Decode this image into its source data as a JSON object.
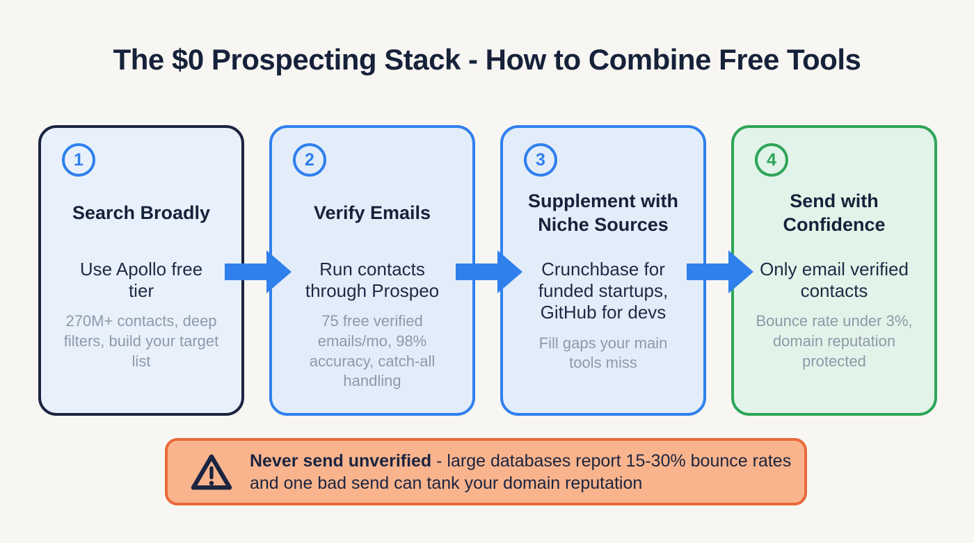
{
  "page": {
    "title": "The $0 Prospecting Stack - How to Combine Free Tools",
    "background_color": "#F8F6F2",
    "title_color": "#16213A"
  },
  "steps": [
    {
      "number": "1",
      "title": "Search Broadly",
      "subtitle": "Use Apollo free tier",
      "description": "270M+ contacts, deep filters, build your target list",
      "border_color": "#1B2440",
      "background": "#E8F1FB",
      "badge_color": "#2F80ED"
    },
    {
      "number": "2",
      "title": "Verify Emails",
      "subtitle": "Run contacts through Prospeo",
      "description": "75 free verified emails/mo, 98% accuracy, catch-all handling",
      "border_color": "#2F80ED",
      "background": "#E3EDFA",
      "badge_color": "#2F80ED"
    },
    {
      "number": "3",
      "title": "Supplement with Niche Sources",
      "subtitle": "Crunchbase for funded startups, GitHub for devs",
      "description": "Fill gaps your main tools miss",
      "border_color": "#2F80ED",
      "background": "#E3EDFA",
      "badge_color": "#2F80ED"
    },
    {
      "number": "4",
      "title": "Send with Confidence",
      "subtitle": "Only email verified contacts",
      "description": "Bounce rate under 3%, domain reputation protected",
      "border_color": "#2EA558",
      "background": "#E2F3E9",
      "badge_color": "#2EA558"
    }
  ],
  "flow_arrow": {
    "icon": "arrow-right-icon",
    "color": "#2F80ED"
  },
  "warning": {
    "icon": "warning-triangle-icon",
    "bold": "Never send unverified",
    "rest": " - large databases report 15-30% bounce rates and one bad send can tank your domain reputation",
    "background": "#F9B48D",
    "border_color": "#E96A3A",
    "text_color": "#1B2440"
  }
}
